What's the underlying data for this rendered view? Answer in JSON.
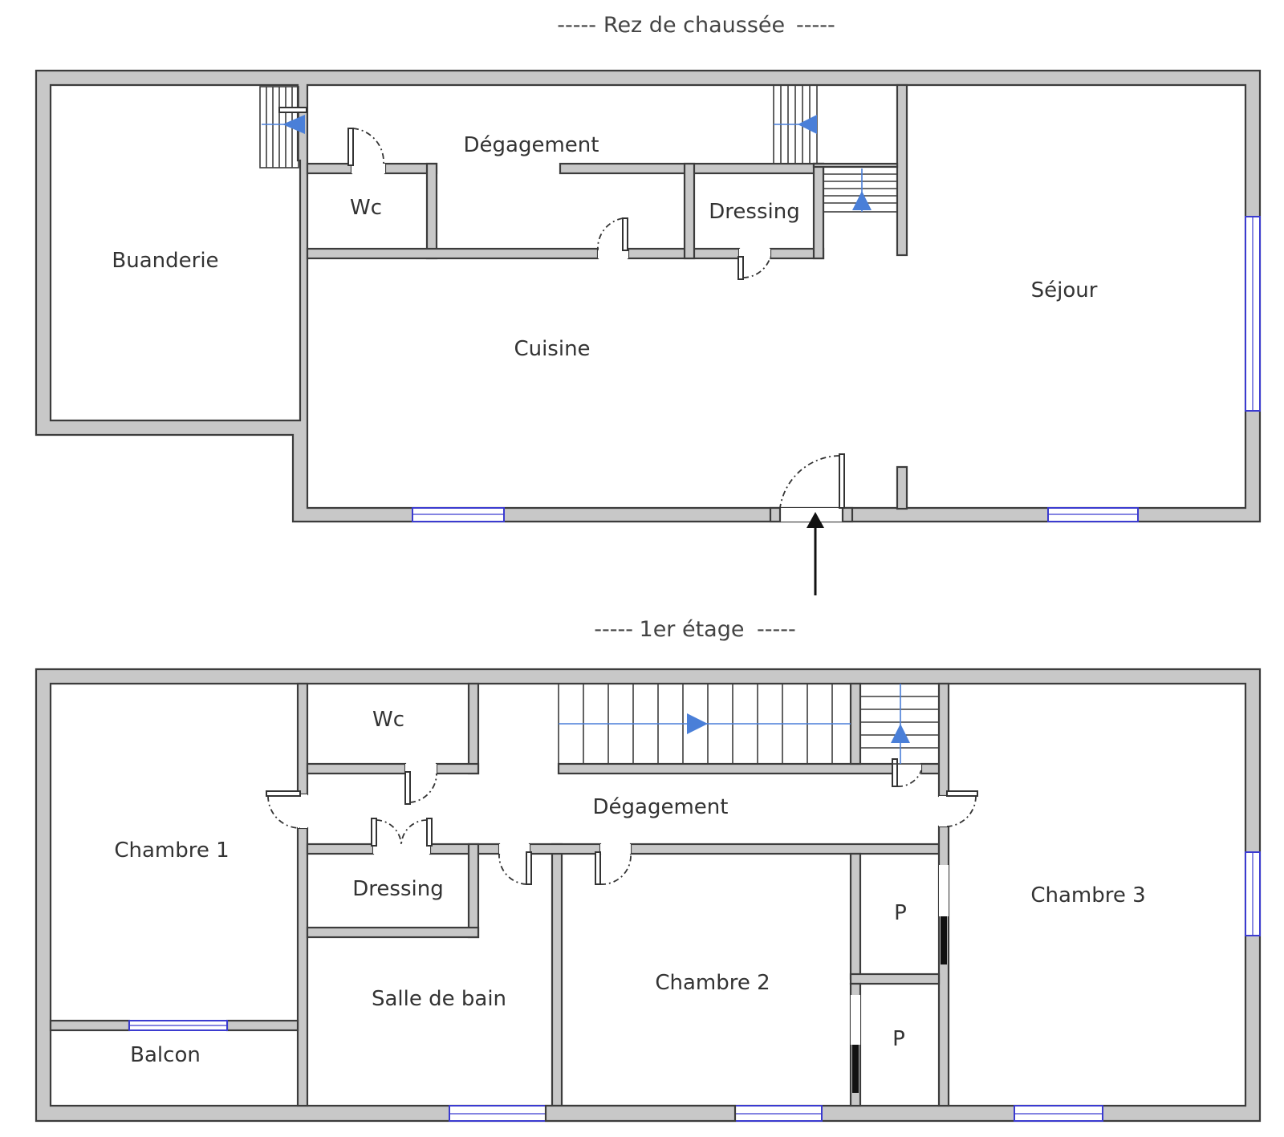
{
  "floors": {
    "ground": {
      "title": "Rez de chaussée",
      "dash": "-----",
      "rooms": {
        "buanderie": "Buanderie",
        "wc": "Wc",
        "degagement": "Dégagement",
        "dressing": "Dressing",
        "cuisine": "Cuisine",
        "sejour": "Séjour"
      }
    },
    "first": {
      "title": "1er étage",
      "dash": "-----",
      "rooms": {
        "chambre1": "Chambre 1",
        "balcon": "Balcon",
        "wc": "Wc",
        "dressing": "Dressing",
        "salle_de_bain": "Salle de bain",
        "degagement": "Dégagement",
        "chambre2": "Chambre 2",
        "placard1": "P",
        "placard2": "P",
        "chambre3": "Chambre 3"
      }
    }
  },
  "colors": {
    "wall_fill": "#c8c8c8",
    "wall_stroke": "#3c3c3c",
    "window": "#3b3bd0",
    "stair_arrow": "#4a7fd8"
  }
}
